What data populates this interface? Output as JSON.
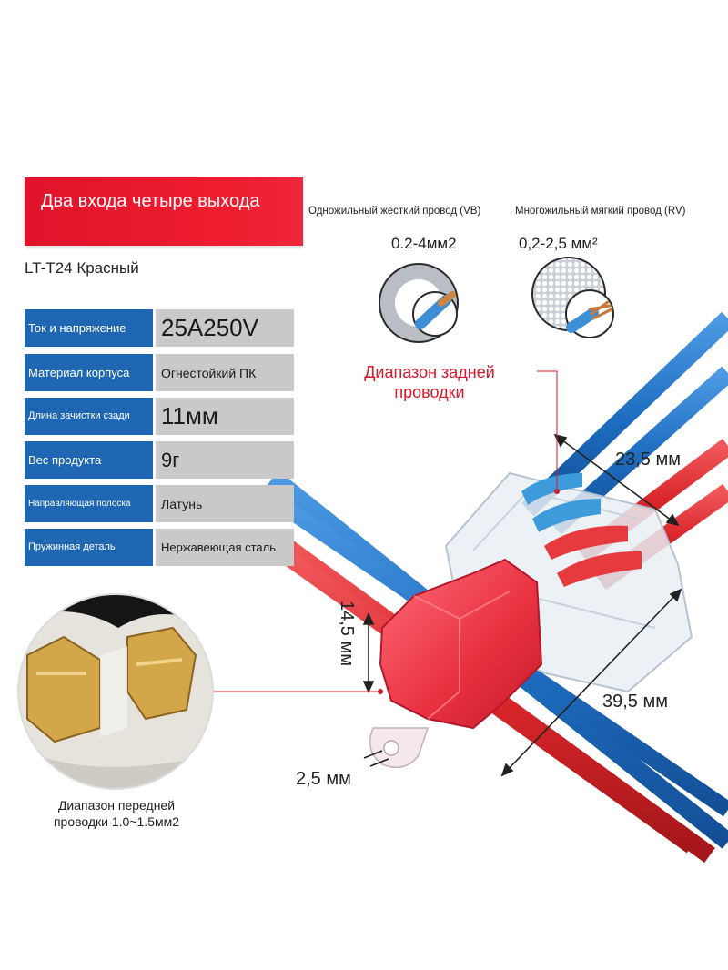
{
  "banner": {
    "title": "Два входа четыре выхода"
  },
  "model": "LT-T24 Красный",
  "specs": [
    {
      "label": "Ток и напряжение",
      "value": "25A250V"
    },
    {
      "label": "Материал корпуса",
      "value": "Огнестойкий ПК"
    },
    {
      "label": "Длина зачистки сзади",
      "value": "11мм"
    },
    {
      "label": "Вес продукта",
      "value": "9г"
    },
    {
      "label": "Направляющая полоска",
      "value": "Латунь"
    },
    {
      "label": "Пружинная деталь",
      "value": "Нержавеющая сталь"
    }
  ],
  "wire_types": {
    "solid": {
      "name": "Одножильный жесткий провод (VB)",
      "range": "0.2-4мм2"
    },
    "stranded": {
      "name": "Многожильный мягкий провод (RV)",
      "range": "0,2-2,5 мм²"
    }
  },
  "labels": {
    "rear_range": "Диапазон задней проводки",
    "front_range": "Диапазон передней проводки 1.0~1.5мм2"
  },
  "dimensions": {
    "width": "23,5 мм",
    "height": "14,5 мм",
    "length": "39,5 мм",
    "hole": "2,5 мм"
  },
  "colors": {
    "brand_red": "#ee1c2e",
    "label_blue": "#1f67b3",
    "value_gray": "#c9c9c9",
    "wire_blue": "#1f6fc2",
    "wire_red": "#d8262b",
    "annotation_red": "#d21a2a"
  }
}
